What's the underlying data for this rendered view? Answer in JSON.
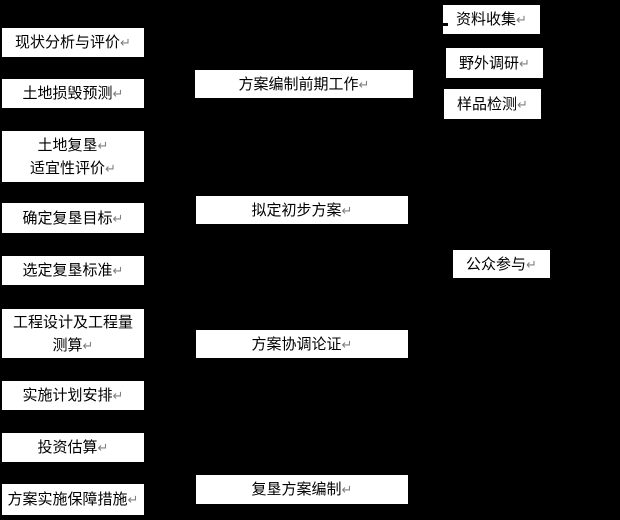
{
  "diagram": {
    "type": "flowchart",
    "background_color": "#000000",
    "box_fill_color": "#ffffff",
    "box_text_color": "#000000",
    "return_mark_color": "#808080"
  },
  "marks": {
    "return": "↵"
  },
  "columns": {
    "left": [
      {
        "lines": [
          "现状分析与评价"
        ]
      },
      {
        "lines": [
          "土地损毁预测"
        ]
      },
      {
        "lines": [
          "土地复垦",
          "适宜性评价"
        ]
      },
      {
        "lines": [
          "确定复垦目标"
        ]
      },
      {
        "lines": [
          "选定复垦标准"
        ]
      },
      {
        "lines": [
          "工程设计及工程量",
          "测算"
        ]
      },
      {
        "lines": [
          "实施计划安排"
        ]
      },
      {
        "lines": [
          "投资估算"
        ]
      },
      {
        "lines": [
          "方案实施保障措施"
        ]
      }
    ],
    "middle": [
      {
        "lines": [
          "方案编制前期工作"
        ]
      },
      {
        "lines": [
          "拟定初步方案"
        ]
      },
      {
        "lines": [
          "方案协调论证"
        ]
      },
      {
        "lines": [
          "复垦方案编制"
        ]
      }
    ],
    "right": [
      {
        "lines": [
          "资料收集"
        ]
      },
      {
        "lines": [
          "野外调研"
        ]
      },
      {
        "lines": [
          "样品检测"
        ]
      },
      {
        "lines": [
          "公众参与"
        ]
      }
    ]
  }
}
